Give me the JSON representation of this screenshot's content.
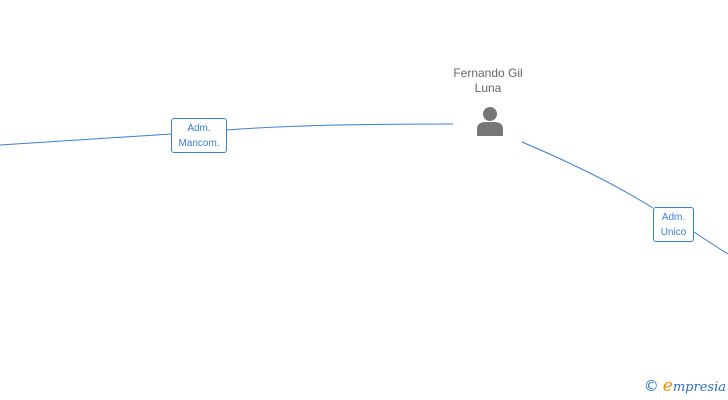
{
  "person": {
    "name_line1": "Fernando Gil",
    "name_line2": "Luna",
    "icon": "person-icon"
  },
  "relations": [
    {
      "role_line1": "Adm.",
      "role_line2": "Mancom."
    },
    {
      "role_line1": "Adm.",
      "role_line2": "Unico"
    }
  ],
  "footer": {
    "copyright_symbol": "©",
    "brand_first_letter": "e",
    "brand_rest": "mpresia"
  },
  "colors": {
    "edge": "#3a7fd5",
    "label_text": "#3a7fd5",
    "person_icon": "#777777",
    "name_text": "#666666",
    "brand_blue": "#2a6fc9",
    "brand_orange": "#f08a00"
  }
}
